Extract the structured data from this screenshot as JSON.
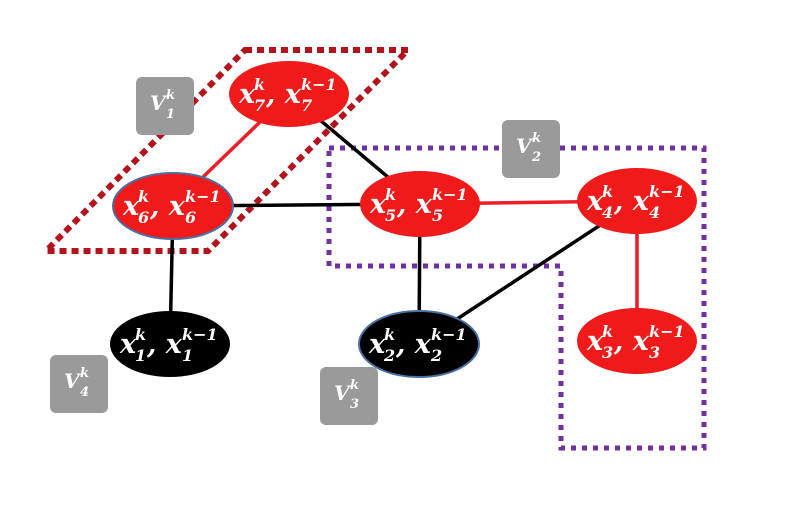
{
  "colors": {
    "red_node": "#f01a1a",
    "black_node": "#000000",
    "red_edge": "#ee1c25",
    "black_edge": "#000000",
    "dark_red_dash": "#b3141c",
    "purple_dash": "#7030a0",
    "gray_box": "#9a9a9a",
    "node_outline": "#4a6fa5"
  },
  "nodes": [
    {
      "id": "x7",
      "base": "x",
      "sub": "7",
      "sup_k": "k",
      "sup_km1": "k−1",
      "fill": "red"
    },
    {
      "id": "x6",
      "base": "x",
      "sub": "6",
      "sup_k": "k",
      "sup_km1": "k−1",
      "fill": "red",
      "outlined": true
    },
    {
      "id": "x5",
      "base": "x",
      "sub": "5",
      "sup_k": "k",
      "sup_km1": "k−1",
      "fill": "red"
    },
    {
      "id": "x4",
      "base": "x",
      "sub": "4",
      "sup_k": "k",
      "sup_km1": "k−1",
      "fill": "red"
    },
    {
      "id": "x3",
      "base": "x",
      "sub": "3",
      "sup_k": "k",
      "sup_km1": "k−1",
      "fill": "red"
    },
    {
      "id": "x2",
      "base": "x",
      "sub": "2",
      "sup_k": "k",
      "sup_km1": "k−1",
      "fill": "black",
      "outlined": true
    },
    {
      "id": "x1",
      "base": "x",
      "sub": "1",
      "sup_k": "k",
      "sup_km1": "k−1",
      "fill": "black"
    }
  ],
  "edges": [
    {
      "from": "x7",
      "to": "x6",
      "color": "red"
    },
    {
      "from": "x7",
      "to": "x5",
      "color": "black"
    },
    {
      "from": "x6",
      "to": "x5",
      "color": "black"
    },
    {
      "from": "x6",
      "to": "x1",
      "color": "black"
    },
    {
      "from": "x5",
      "to": "x4",
      "color": "red"
    },
    {
      "from": "x5",
      "to": "x2",
      "color": "black"
    },
    {
      "from": "x4",
      "to": "x2",
      "color": "black"
    },
    {
      "from": "x4",
      "to": "x3",
      "color": "red"
    }
  ],
  "subsets": [
    {
      "id": "V1",
      "base": "V",
      "sub": "1",
      "sup": "k"
    },
    {
      "id": "V2",
      "base": "V",
      "sub": "2",
      "sup": "k"
    },
    {
      "id": "V3",
      "base": "V",
      "sub": "3",
      "sup": "k"
    },
    {
      "id": "V4",
      "base": "V",
      "sub": "4",
      "sup": "k"
    }
  ]
}
